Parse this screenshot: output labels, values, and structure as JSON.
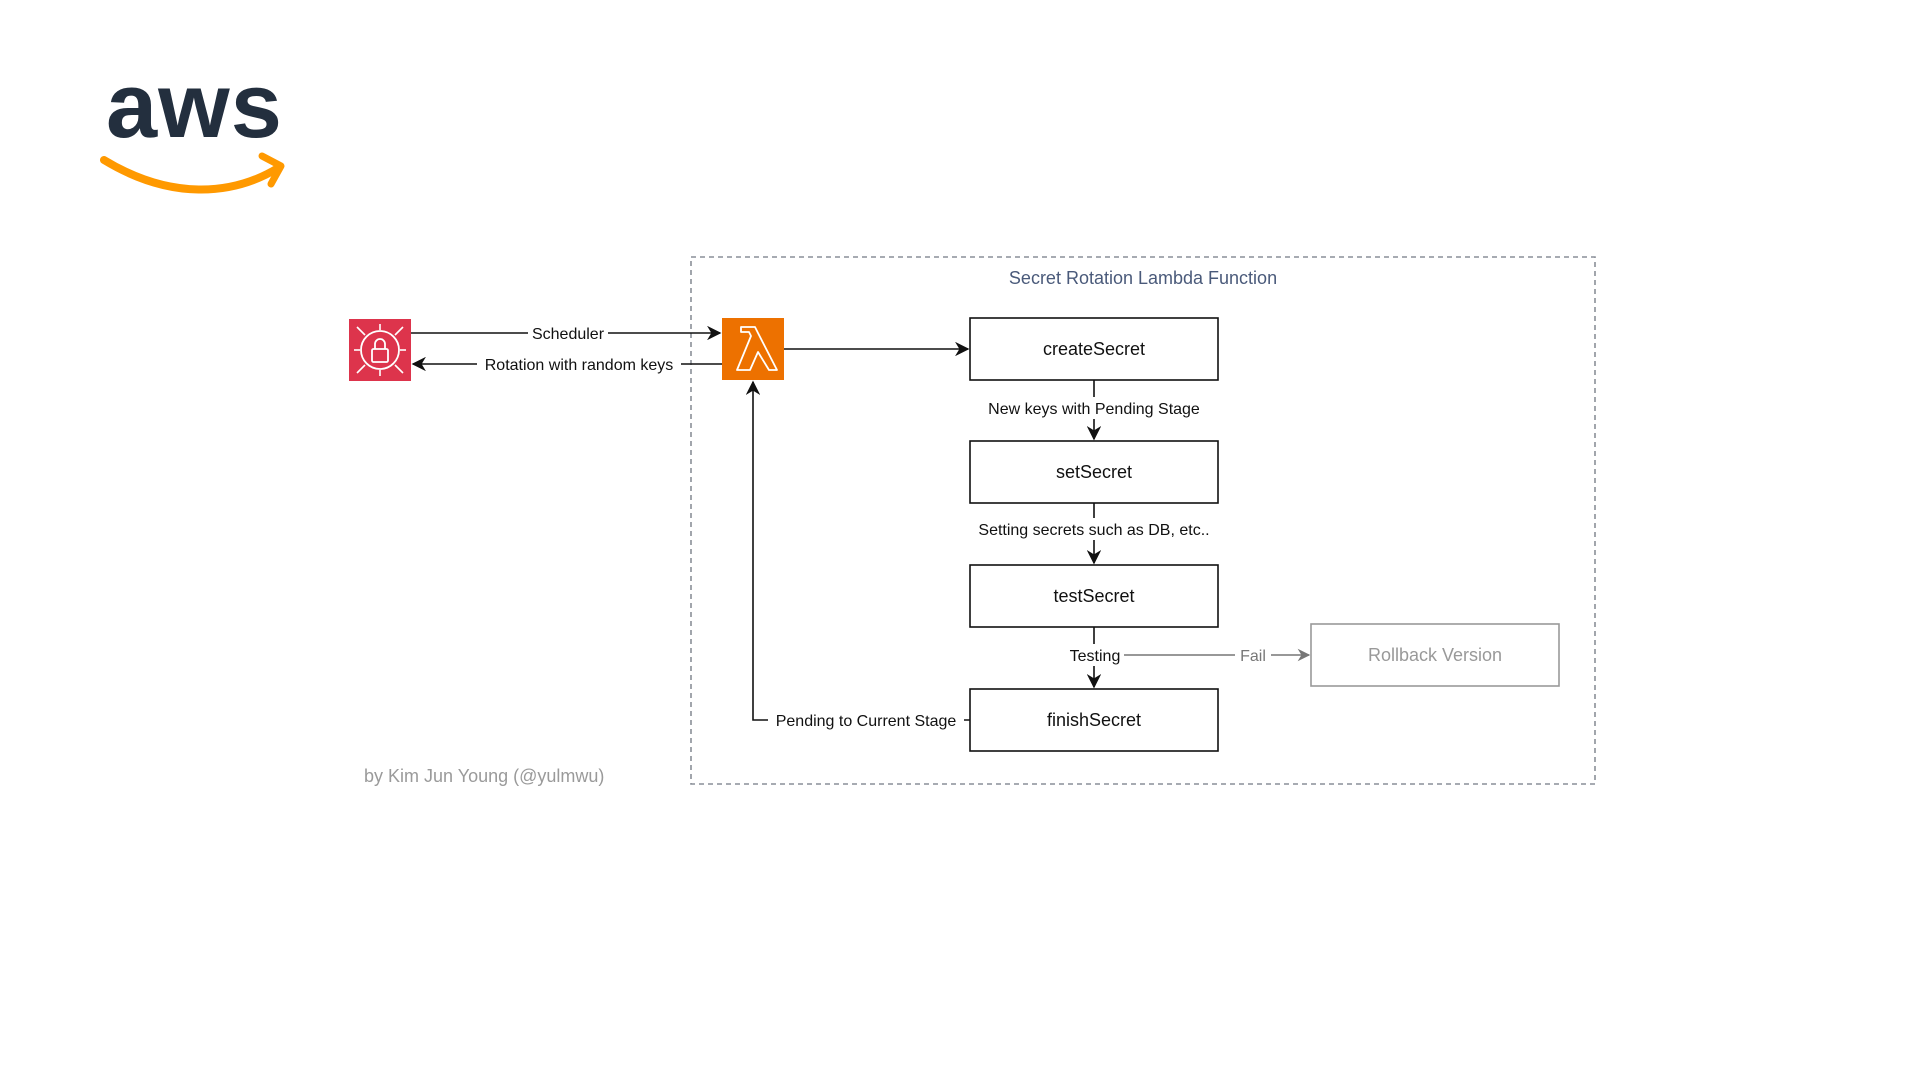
{
  "logo": {
    "text": "aws",
    "brand_color": "#232f3e",
    "smile_color": "#ff9900"
  },
  "container": {
    "title": "Secret Rotation Lambda Function",
    "title_color": "#4a5a7a",
    "border_color": "#8a8f98"
  },
  "secrets_manager": {
    "icon": "secrets-manager-icon",
    "color": "#dd344c"
  },
  "lambda": {
    "icon": "lambda-icon",
    "color": "#ed7100"
  },
  "steps": {
    "create": "createSecret",
    "set": "setSecret",
    "test": "testSecret",
    "finish": "finishSecret",
    "rollback": "Rollback Version"
  },
  "edges": {
    "scheduler": "Scheduler",
    "rotation": "Rotation with random keys",
    "create_to_set": "New keys with Pending Stage",
    "set_to_test": "Setting secrets such as DB, etc..",
    "test_to_finish": "Testing",
    "fail": "Fail",
    "finish_to_lambda": "Pending to Current Stage"
  },
  "credit": "by Kim Jun Young (@yulmwu)"
}
